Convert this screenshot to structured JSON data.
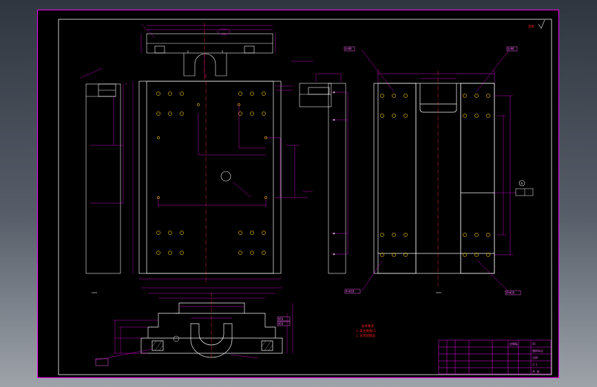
{
  "drawing": {
    "sheet_frame_color": "#ff00ff",
    "outline_color": "#ffffff",
    "dimension_color": "#ff00ff",
    "centerline_color": "#ff3030",
    "hole_color": "#ffcc00",
    "background_color": "#000000",
    "corner_mark": "其余",
    "section_marks": [
      "A",
      "A"
    ],
    "tech_note": [
      "技术要求",
      "1.未注倒角C1",
      "2.去毛刺锐边"
    ],
    "callouts": [
      "4×M8",
      "4×M8",
      "4×Φ10",
      "4×Φ10",
      "Φ16",
      "Φ16"
    ],
    "datum": "A",
    "title_block": {
      "rows": [
        [
          "",
          "",
          "",
          "",
          "定模板",
          "",
          "",
          "45"
        ],
        [
          "",
          "",
          "",
          "",
          "",
          "",
          "",
          "图样标记"
        ],
        [
          "",
          "",
          "",
          "",
          "",
          "",
          "",
          "比例"
        ],
        [
          "",
          "",
          "",
          "",
          "",
          "",
          "",
          "1:1"
        ],
        [
          "",
          "",
          "",
          "",
          "",
          "",
          "",
          "共 张"
        ]
      ]
    }
  }
}
